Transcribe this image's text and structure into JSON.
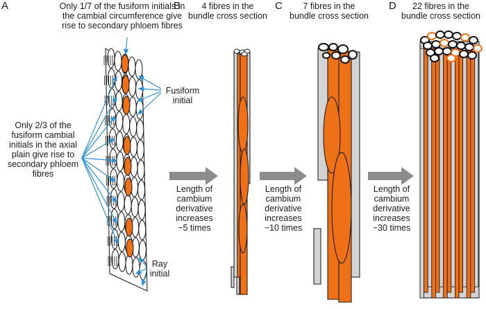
{
  "panels": {
    "a": "A",
    "b": "B",
    "c": "C",
    "d": "D"
  },
  "panel_a": {
    "top_note": [
      "Only 1/7 of the fusiform initials in",
      "the cambial circumference  give",
      "rise to secondary phloem  fibres"
    ],
    "left_note": [
      "Only 2/3 of the",
      "fusiform cambial",
      "initials in the axial",
      "plain give rise to",
      "secondary phloem",
      "fibres"
    ],
    "fusiform_label": [
      "Fusiform",
      "initial"
    ],
    "ray_label": [
      "Ray",
      "initial"
    ]
  },
  "panel_b": {
    "header": [
      "4 fibres in the",
      "bundle cross section"
    ],
    "arrow_note": [
      "Length of",
      "cambium",
      "derivative",
      "increases",
      "~5 times"
    ]
  },
  "panel_c": {
    "header": [
      "7 fibres in the",
      "bundle cross section"
    ],
    "arrow_note": [
      "Length of",
      "cambium",
      "derivative",
      "increases",
      "~10 times"
    ]
  },
  "panel_d": {
    "header": [
      "22 fibres in the",
      "bundle cross section"
    ],
    "arrow_note": [
      "Length of",
      "cambium",
      "derivative",
      "increases",
      "~30 times"
    ]
  },
  "colors": {
    "fibre": "#ee7118",
    "parenchyma": "#d3d3d3",
    "leader_line": "#2a8fd6",
    "arrow": "#8c8c8c",
    "outline": "#111111"
  }
}
